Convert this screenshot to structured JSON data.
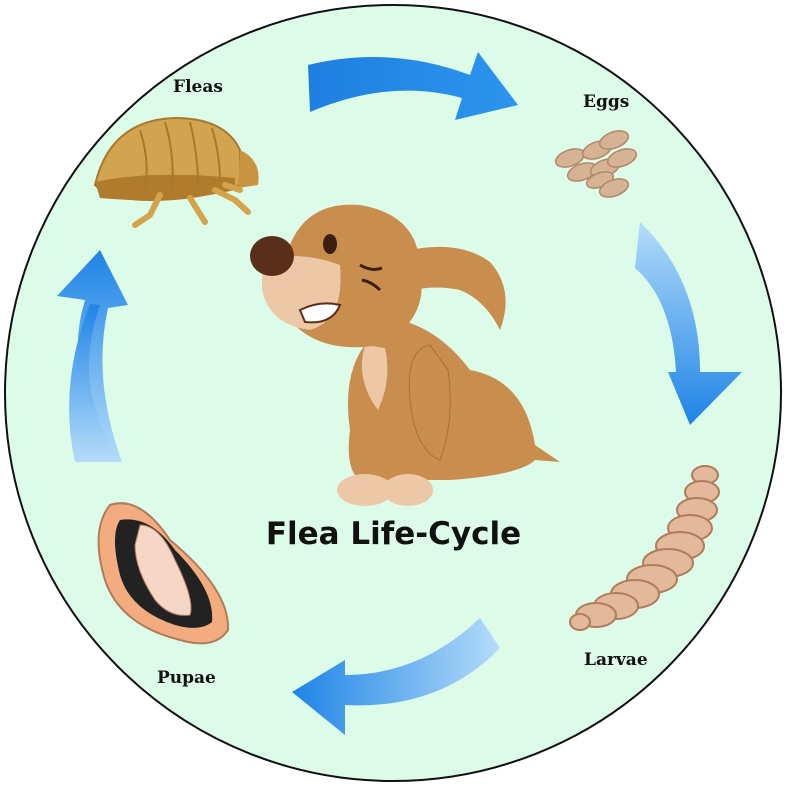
{
  "title": "Flea Life-Cycle",
  "stages": [
    {
      "label": "Fleas"
    },
    {
      "label": "Eggs"
    },
    {
      "label": "Larvae"
    },
    {
      "label": "Pupae"
    }
  ],
  "colors": {
    "background": "#ddfbe9",
    "arrow": "#1e88e5",
    "arrow_light": "#9fd0f7",
    "dog": "#c98d4e",
    "dog_light": "#ecc8a6",
    "flea": "#c99440",
    "larva": "#d9a98a"
  }
}
